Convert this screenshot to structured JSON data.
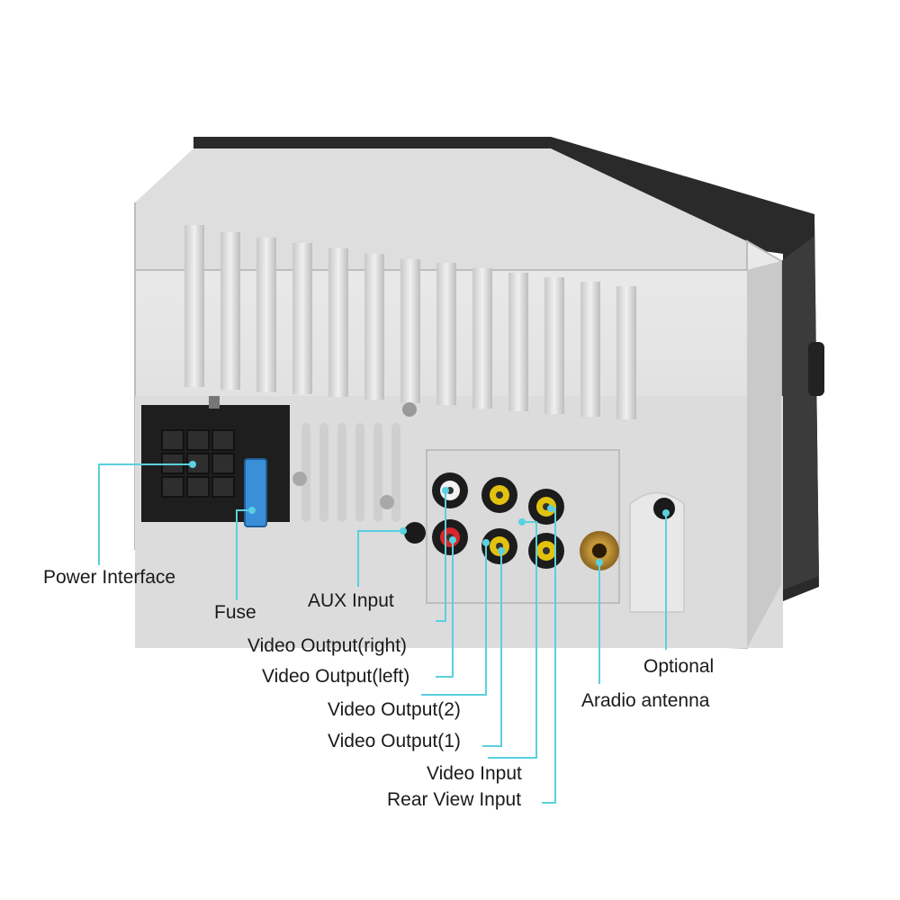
{
  "labels": {
    "power_interface": "Power Interface",
    "fuse": "Fuse",
    "aux_input": "AUX Input",
    "video_output_right": "Video Output(right)",
    "video_output_left": "Video Output(left)",
    "video_output_2": "Video Output(2)",
    "video_output_1": "Video Output(1)",
    "video_input": "Video Input",
    "rear_view_input": "Rear View Input",
    "optional": "Optional",
    "radio_antenna": "Aradio antenna"
  },
  "colors": {
    "callout_line": "#5ad0e0",
    "housing": "#e3e3e3",
    "front_panel": "#2a2a2a",
    "connector": "#1e1e1e",
    "fuse": "#3a8fd9",
    "rca_red": "#d8262a",
    "rca_yellow": "#e2c20e",
    "rca_white": "#f2f2f2",
    "antenna": "#c79a3a"
  }
}
